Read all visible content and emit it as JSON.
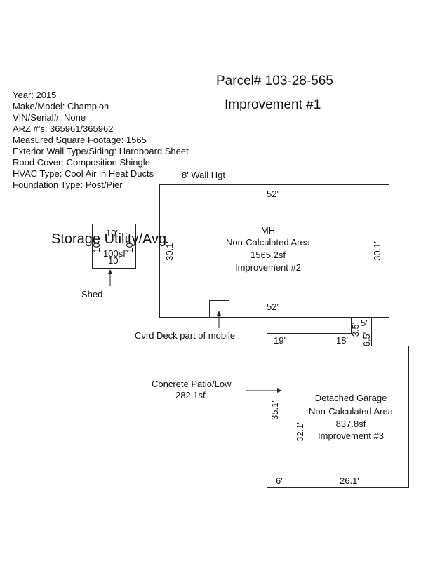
{
  "header": {
    "parcel": "Parcel# 103-28-565",
    "improvement": "Improvement #1"
  },
  "info": {
    "year": "Year: 2015",
    "make_model": "Make/Model: Champion",
    "vin": "VIN/Serial#: None",
    "arz": "ARZ #'s: 365961/365962",
    "sqft": "Measured Square Footage: 1565",
    "exterior": "Exterior Wall Type/Siding: Hardboard Sheet",
    "roof": "Rood Cover: Composition Shingle",
    "hvac": "HVAC Type: Cool Air in Heat Ducts",
    "foundation": "Foundation Type: Post/Pier"
  },
  "wall_height": "8' Wall Hgt",
  "mh": {
    "line1": "MH",
    "line2": "Non-Calculated Area",
    "line3": "1565.2sf",
    "line4": "Improvement #2",
    "top_dim": "52'",
    "bottom_dim": "52'",
    "left_dim": "30.1'",
    "right_dim": "30.1'"
  },
  "shed": {
    "title": "Storage Utility/Avg",
    "area": "100sf",
    "top_dim": "10'",
    "bottom_dim": "10'",
    "left_dim": "10'",
    "right_dim": "10'",
    "callout": "Shed"
  },
  "deck": {
    "callout": "Cvrd Deck part of mobile"
  },
  "connector": {
    "dim_a": "3.5'",
    "dim_b": "5'",
    "dim_c": "6.5'"
  },
  "patio": {
    "callout_line1": "Concrete Patio/Low",
    "callout_line2": "282.1sf",
    "top_dim": "19'",
    "top_right_dim": "18'",
    "left_dim": "35.1'",
    "bottom_dim": "6'"
  },
  "garage": {
    "line1": "Detached Garage",
    "line2": "Non-Calculated Area",
    "line3": "837.8sf",
    "line4": "Improvement #3",
    "left_dim": "32.1'",
    "bottom_dim": "26.1'"
  }
}
